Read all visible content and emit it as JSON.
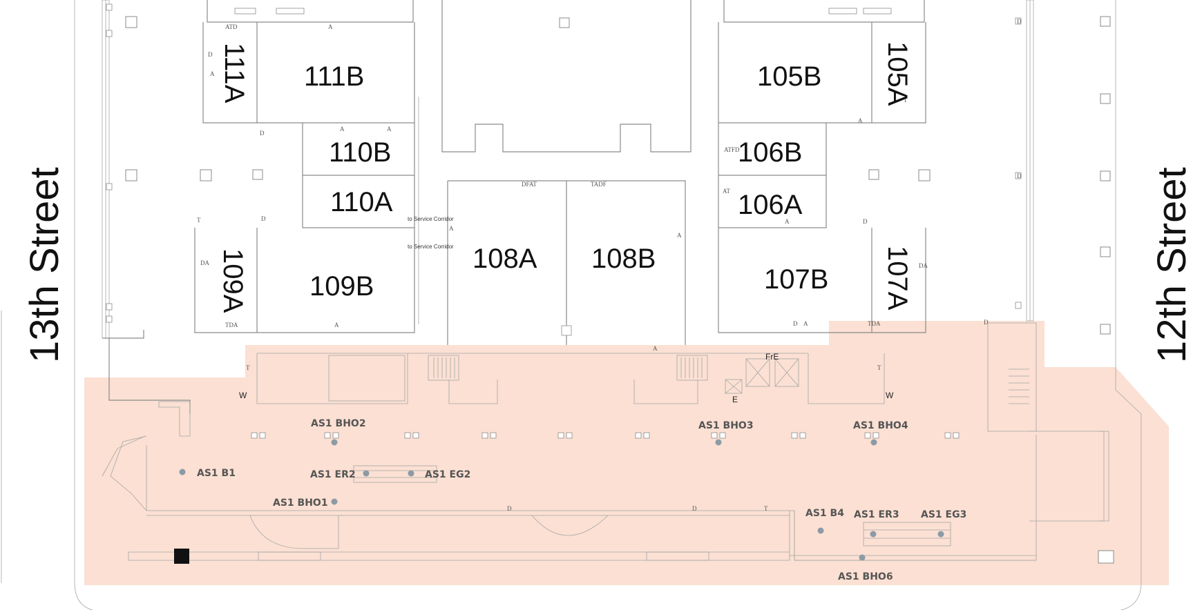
{
  "streets": {
    "left": "13th Street",
    "right": "12th Street"
  },
  "rooms": [
    {
      "id": "111B",
      "label": "111B"
    },
    {
      "id": "111A",
      "label": "111A"
    },
    {
      "id": "110B",
      "label": "110B"
    },
    {
      "id": "110A",
      "label": "110A"
    },
    {
      "id": "109B",
      "label": "109B"
    },
    {
      "id": "109A",
      "label": "109A"
    },
    {
      "id": "108A",
      "label": "108A"
    },
    {
      "id": "108B",
      "label": "108B"
    },
    {
      "id": "105B",
      "label": "105B"
    },
    {
      "id": "105A",
      "label": "105A"
    },
    {
      "id": "106B",
      "label": "106B"
    },
    {
      "id": "106A",
      "label": "106A"
    },
    {
      "id": "107B",
      "label": "107B"
    },
    {
      "id": "107A",
      "label": "107A"
    }
  ],
  "notes": {
    "service_corridor_1": "to Service Corridor",
    "service_corridor_2": "to Service Corridor"
  },
  "markers": {
    "fre": "FrE",
    "e": "E",
    "w_left": "W",
    "w_right": "W"
  },
  "beacons": [
    {
      "label": "AS1 BHO2"
    },
    {
      "label": "AS1 BHO3"
    },
    {
      "label": "AS1 BHO4"
    },
    {
      "label": "AS1 B1"
    },
    {
      "label": "AS1 ER2"
    },
    {
      "label": "AS1 EG2"
    },
    {
      "label": "AS1 BHO1"
    },
    {
      "label": "AS1 B4"
    },
    {
      "label": "AS1 ER3"
    },
    {
      "label": "AS1 EG3"
    },
    {
      "label": "AS1 BHO6"
    }
  ],
  "door_tags": [
    "ATD",
    "A",
    "D",
    "ATFD",
    "DFAT",
    "TADF",
    "TDA",
    "DA",
    "T",
    "AT"
  ],
  "colors": {
    "highlight_zone": "#fbe0d3",
    "wall": "#8a8a8a",
    "beacon": "#8c9aa6"
  }
}
